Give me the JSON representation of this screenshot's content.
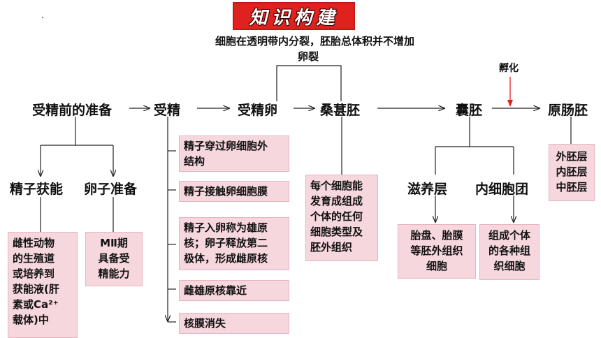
{
  "title": "知识构建",
  "annotation_top": "细胞在透明带内分裂，胚胎总体积并不增加",
  "annotation_split": "卵裂",
  "hatching_label": "孵化",
  "main_chain": [
    "受精前的准备",
    "受精",
    "受精卵",
    "桑葚胚",
    "囊胚",
    "原肠胚"
  ],
  "prep": {
    "sperm_label": "精子获能",
    "egg_label": "卵子准备",
    "sperm_detail": [
      "雌性动物",
      "的生殖道",
      "或培养到",
      "获能液(肝",
      "素或Ca²⁺",
      "载体)中"
    ],
    "egg_detail": [
      "MⅡ期",
      "具备受",
      "精能力"
    ]
  },
  "fertilization_steps": [
    [
      "精子穿过卵细胞外",
      "结构"
    ],
    [
      "精子接触卵细胞膜"
    ],
    [
      "精子入卵称为雄原",
      "核；卵子释放第二",
      "极体，形成雌原核"
    ],
    [
      "雌雄原核靠近"
    ],
    [
      "核膜消失"
    ]
  ],
  "morula_detail": [
    "每个细胞能",
    "发育成组成",
    "个体的任何",
    "细胞类型及",
    "胚外组织"
  ],
  "blastocyst": {
    "trophoblast_label": "滋养层",
    "inner_mass_label": "内细胞团",
    "trophoblast_detail": [
      "胎盘、胎膜",
      "等胚外组织",
      "细胞"
    ],
    "inner_mass_detail": [
      "组成个体",
      "的各种组",
      "织细胞"
    ]
  },
  "gastrula_layers": [
    "外胚层",
    "内胚层",
    "中胚层"
  ],
  "colors": {
    "title_bg": "#e0221f",
    "box_fill": "#f6d7dd",
    "hatching_arrow": "#e0221f"
  }
}
